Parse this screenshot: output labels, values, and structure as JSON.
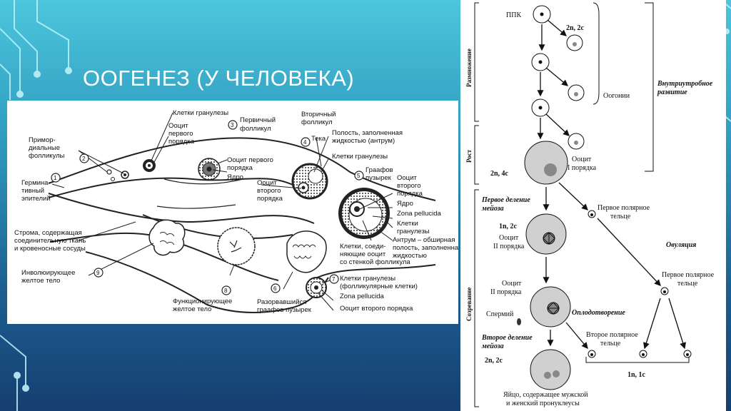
{
  "slide": {
    "title": "ООГЕНЕЗ (У ЧЕЛОВЕКА)"
  },
  "left_diagram": {
    "labels": {
      "granulosa_top": "Клетки гранулезы",
      "oocyte_first_a": "Ооцит",
      "oocyte_first_b": "первого",
      "oocyte_first_c": "порядка",
      "n3": "3",
      "primary_a": "Первичный",
      "primary_b": "фолликул",
      "primordial_a": "Примор-",
      "primordial_b": "диальные",
      "primordial_c": "фолликулы",
      "n2": "2",
      "n1": "1",
      "germ_a": "Гермина-",
      "germ_b": "тивный",
      "germ_c": "эпителий",
      "oocyte_pp_a": "Ооцит первого",
      "oocyte_pp_b": "порядка",
      "nucleus_mid": "Ядро",
      "oocyte_second_a": "Ооцит",
      "oocyte_second_b": "второго",
      "oocyte_second_c": "порядка",
      "secondary_a": "Вторичный",
      "secondary_b": "фолликул",
      "n4": "4",
      "theca": "Тека",
      "cavity_a": "Полость, заполненная",
      "cavity_b": "жидкостью (антрум)",
      "granulosa_right": "Клетки гранулезы",
      "n5": "5",
      "graaf_a": "Граафов",
      "graaf_b": "пузырек",
      "oocyte_r_a": "Ооцит",
      "oocyte_r_b": "второго",
      "oocyte_r_c": "порядка",
      "nucleus_r": "Ядро",
      "zona_r": "Zona pellucida",
      "granulosa_r2_a": "Клетки",
      "granulosa_r2_b": "гранулезы",
      "antrum_a": "Антрум – обширная",
      "antrum_b": "полость, заполненная",
      "antrum_c": "жидкостью",
      "conn_a": "Клетки, соеди-",
      "conn_b": "няющие ооцит",
      "conn_c": "со стенкой фолликула",
      "stroma_a": "Строма, содержащая",
      "stroma_b": "соединительную ткань",
      "stroma_c": "и кровеносные сосуды",
      "involution_a": "Инволюирующее",
      "n9": "9",
      "involution_b": "желтое тело",
      "functional_a": "Функционирующее",
      "functional_b": "желтое тело",
      "n8": "8",
      "n6": "6",
      "burst_a": "Разорвавшийся",
      "burst_b": "граафов пузырек",
      "n7": "7",
      "gran_fol_a": "Клетки гранулезы",
      "gran_fol_b": "(фолликулярные клетки)",
      "zona_b": "Zona pellucida",
      "oocyte_b": "Ооцит второго порядка"
    }
  },
  "right_diagram": {
    "labels": {
      "ppk": "ППК",
      "n2c2_top": "2n, 2c",
      "reproduction": "Размножение",
      "oogonia": "Оогонии",
      "intrauterine_a": "Внутриутробное",
      "intrauterine_b": "развитие",
      "growth": "Рост",
      "oocyte1_a": "Ооцит",
      "oocyte1_b": "I порядка",
      "n2c4": "2n, 4c",
      "first_div_a": "Первое деление",
      "first_div_b": "мейоза",
      "first_polar_a_a": "Первое полярное",
      "first_polar_a_b": "тельце",
      "n1c2_a": "1n, 2c",
      "oocyte2_a_a": "Ооцит",
      "oocyte2_a_b": "II порядка",
      "ovulation": "Овуляция",
      "maturation": "Созревание",
      "first_polar_b_a": "Первое полярное",
      "first_polar_b_b": "тельце",
      "oocyte2_b_a": "Ооцит",
      "oocyte2_b_b": "II порядка",
      "sperm": "Спермий",
      "fertilization": "Оплодотворение",
      "second_polar_a": "Второе полярное",
      "second_polar_b": "тельце",
      "second_div_a": "Второе деление",
      "second_div_b": "мейоза",
      "n2c2_bottom": "2n, 2c",
      "n1c1": "1n, 1c",
      "egg_a": "Яйцо, содержащее мужской",
      "egg_b": "и женский пронуклеусы"
    }
  }
}
